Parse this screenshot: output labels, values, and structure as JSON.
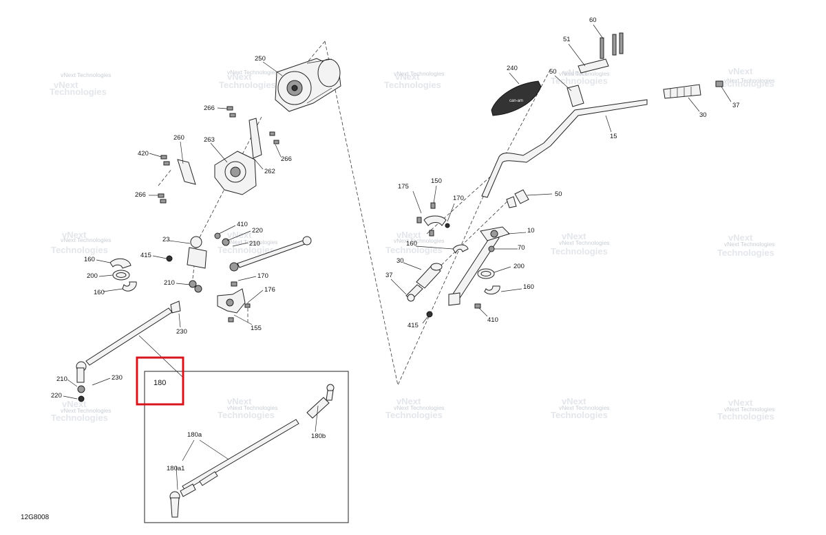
{
  "diagram_ref": "12G8008",
  "highlight_label": "180",
  "watermark": {
    "line1": "vNext",
    "line2": "Technologies",
    "line_full": "vNext Technologies"
  },
  "callouts": {
    "c250": "250",
    "c266a": "266",
    "c266b": "266",
    "c266c": "266",
    "c420": "420",
    "c260": "260",
    "c263": "263",
    "c262": "262",
    "c410a": "410",
    "c220a": "220",
    "c210a": "210",
    "c23": "23",
    "c415a": "415",
    "c160a": "160",
    "c200a": "200",
    "c160b": "160",
    "c210b": "210",
    "c170a": "170",
    "c176": "176",
    "c155": "155",
    "c230a": "230",
    "c210c": "210",
    "c230b": "230",
    "c220b": "220",
    "c180a": "180a",
    "c180b": "180b",
    "c180a1": "180a1",
    "c240": "240",
    "c60": "60",
    "c51": "51",
    "c50a": "50",
    "c37a": "37",
    "c30a": "30",
    "c15": "15",
    "c50b": "50",
    "c175": "175",
    "c150": "150",
    "c170b": "170",
    "c160c": "160",
    "c10": "10",
    "c70": "70",
    "c30b": "30",
    "c200b": "200",
    "c37b": "37",
    "c160d": "160",
    "c415b": "415",
    "c410b": "410"
  }
}
